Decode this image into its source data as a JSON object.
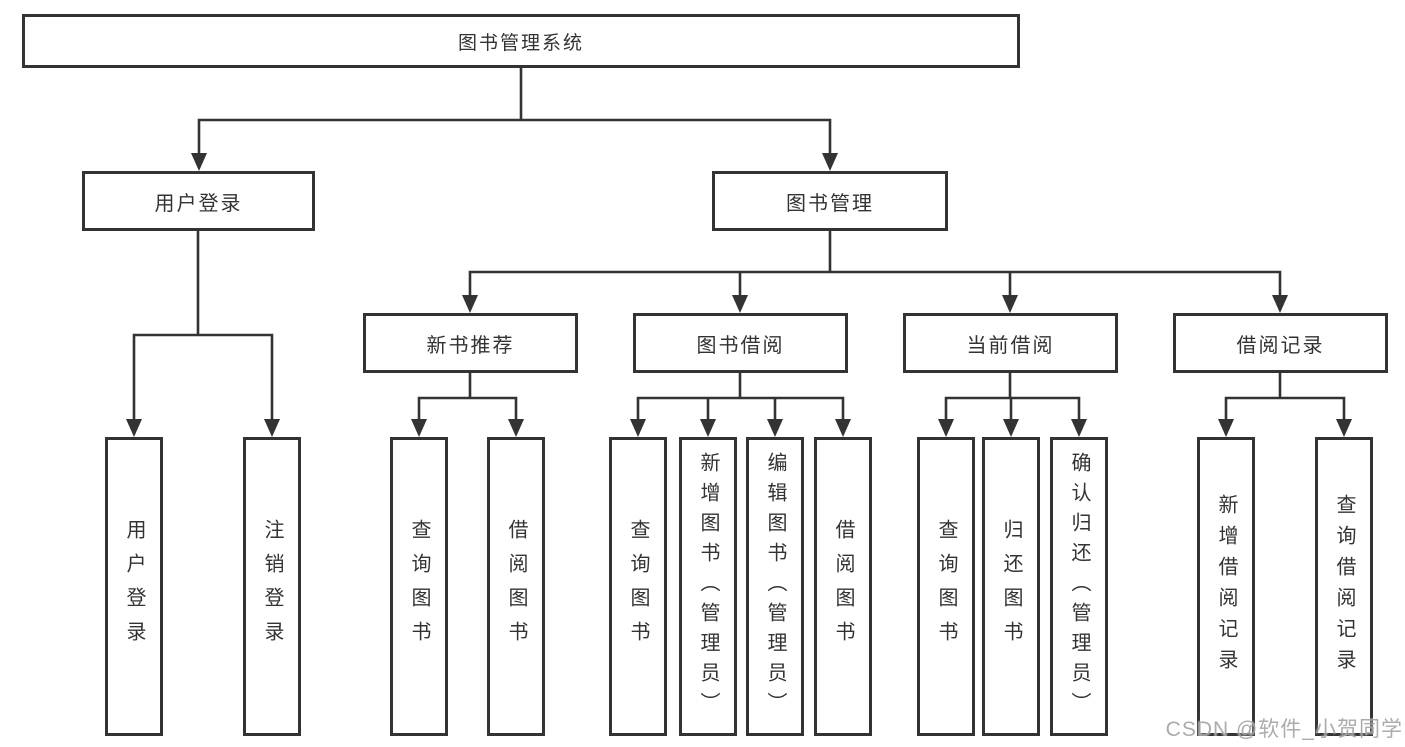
{
  "tree": {
    "label": "图书管理系统",
    "children": [
      {
        "label": "用户登录",
        "children": [
          {
            "label": "用户登录"
          },
          {
            "label": "注销登录"
          }
        ]
      },
      {
        "label": "图书管理",
        "children": [
          {
            "label": "新书推荐",
            "children": [
              {
                "label": "查询图书"
              },
              {
                "label": "借阅图书"
              }
            ]
          },
          {
            "label": "图书借阅",
            "children": [
              {
                "label": "查询图书"
              },
              {
                "label": "新增图书（管理员）"
              },
              {
                "label": "编辑图书（管理员）"
              },
              {
                "label": "借阅图书"
              }
            ]
          },
          {
            "label": "当前借阅",
            "children": [
              {
                "label": "查询图书"
              },
              {
                "label": "归还图书"
              },
              {
                "label": "确认归还（管理员）"
              }
            ]
          },
          {
            "label": "借阅记录",
            "children": [
              {
                "label": "新增借阅记录"
              },
              {
                "label": "查询借阅记录"
              }
            ]
          }
        ]
      }
    ]
  },
  "watermark": "CSDN @软件_小贺同学",
  "colors": {
    "line": "#333333",
    "box_border": "#333333",
    "text": "#333333",
    "background": "#ffffff",
    "watermark": "#9c9c9c"
  }
}
